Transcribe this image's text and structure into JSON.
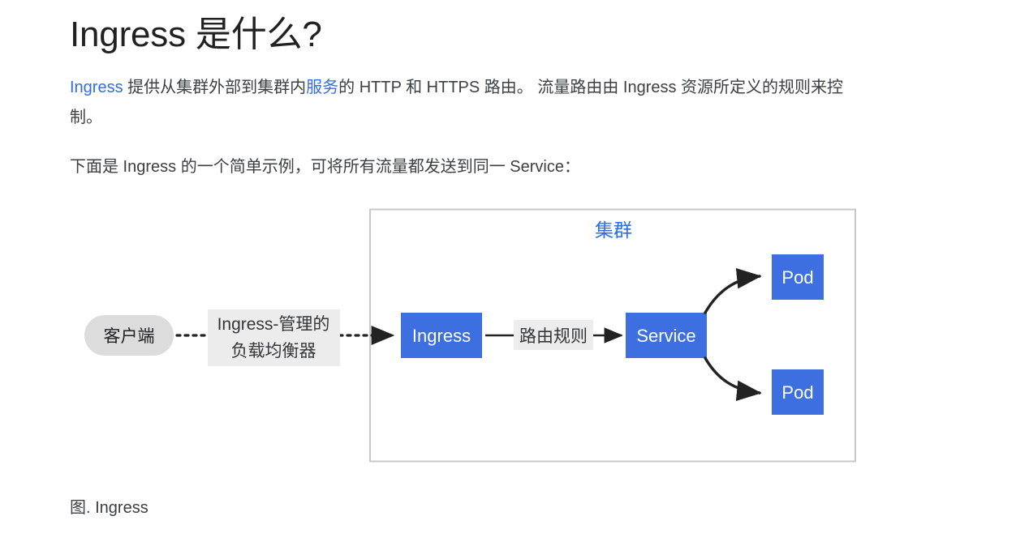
{
  "page": {
    "title": "Ingress 是什么?",
    "background_color": "#ffffff",
    "text_color": "#3c4043",
    "link_color": "#326ce5"
  },
  "paragraphs": {
    "intro": {
      "link_1": "Ingress",
      "text_1": " 提供从集群外部到集群内",
      "link_2": "服务",
      "text_2": "的 HTTP 和 HTTPS 路由。 流量路由由 Ingress 资源所定义的规则来控制。"
    },
    "example": {
      "text": "下面是 Ingress 的一个简单示例，可将所有流量都发送到同一 Service："
    }
  },
  "figure": {
    "caption": "图. Ingress",
    "cluster_label": "集群",
    "cluster_label_color": "#326ce5",
    "cluster_border_color": "#c8c8cc",
    "node_fill": "#3d6fe0",
    "node_text_color": "#ffffff",
    "client_fill": "#dcdcdc",
    "client_text_color": "#202124",
    "edge_label_bg": "#ececec",
    "edge_color": "#222222",
    "nodes": {
      "client": "客户端",
      "ingress": "Ingress",
      "service": "Service",
      "pod_top": "Pod",
      "pod_bottom": "Pod"
    },
    "edge_labels": {
      "load_balancer_line1": "Ingress-管理的",
      "load_balancer_line2": "负载均衡器",
      "routing_rules": "路由规则"
    }
  }
}
